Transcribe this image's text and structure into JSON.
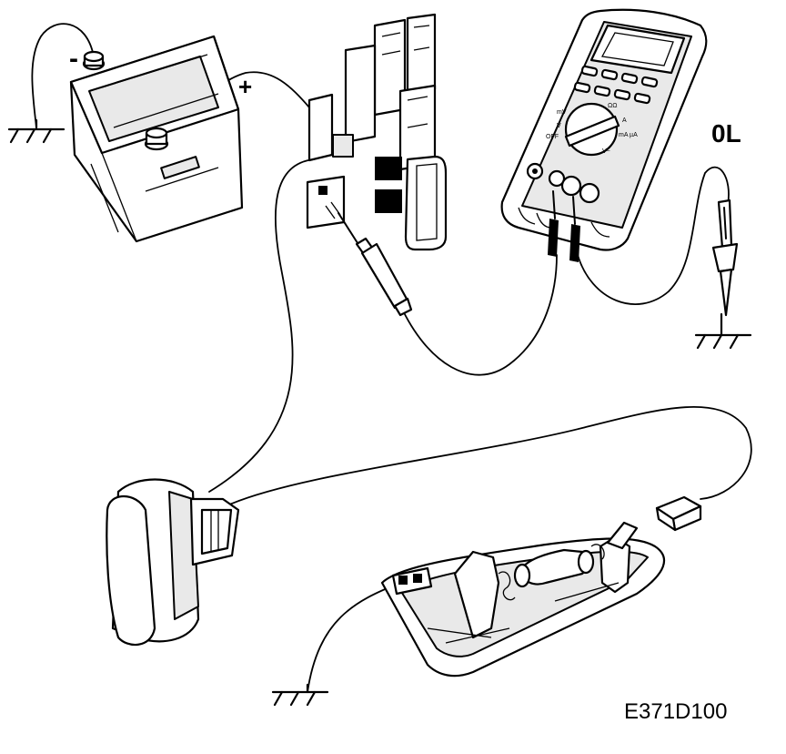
{
  "labels": {
    "battery_negative": "-",
    "battery_positive": "+",
    "meter_reading": "0L",
    "figure_reference": "E371D100"
  },
  "multimeter": {
    "dial_labels": [
      "mV",
      "ΩΩ",
      "A",
      "mA µA",
      "OFF",
      "V",
      "V~"
    ]
  }
}
